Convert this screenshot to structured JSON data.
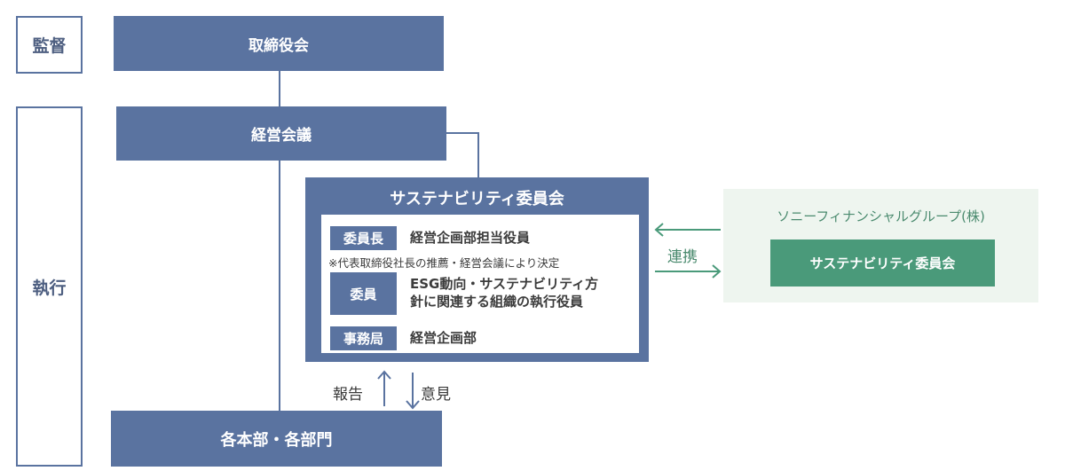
{
  "side_labels": {
    "supervision": "監督",
    "execution": "執行"
  },
  "board": "取締役会",
  "management_meeting": "経営会議",
  "committee": {
    "title": "サステナビリティ委員会",
    "chair_label": "委員長",
    "chair_value": "経営企画部担当役員",
    "note": "※代表取締役社長の推薦・経営会議により決定",
    "member_label": "委員",
    "member_value_line1": "ESG動向・サステナビリティ方",
    "member_value_line2": "針に関連する組織の執行役員",
    "secretariat_label": "事務局",
    "secretariat_value": "経営企画部"
  },
  "departments": "各本部・各部門",
  "report": "報告",
  "opinion": "意見",
  "cooperation": "連携",
  "parent": {
    "name": "ソニーフィナンシャルグループ(株)",
    "committee": "サステナビリティ委員会"
  },
  "colors": {
    "navy": "#5a73a0",
    "green": "#4a9a7a",
    "green_bg": "#eef5ef"
  }
}
